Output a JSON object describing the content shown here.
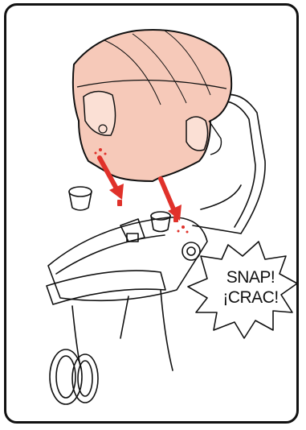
{
  "callout": {
    "line1": "SNAP!",
    "line2": "¡CRAC!"
  },
  "colors": {
    "canopy_fill": "#f6c9b9",
    "arrow_red": "#e0312a",
    "outline": "#111111"
  },
  "icons": [
    "car-seat-illustration",
    "stroller-illustration",
    "down-arrow-icon",
    "snap-burst-icon"
  ]
}
